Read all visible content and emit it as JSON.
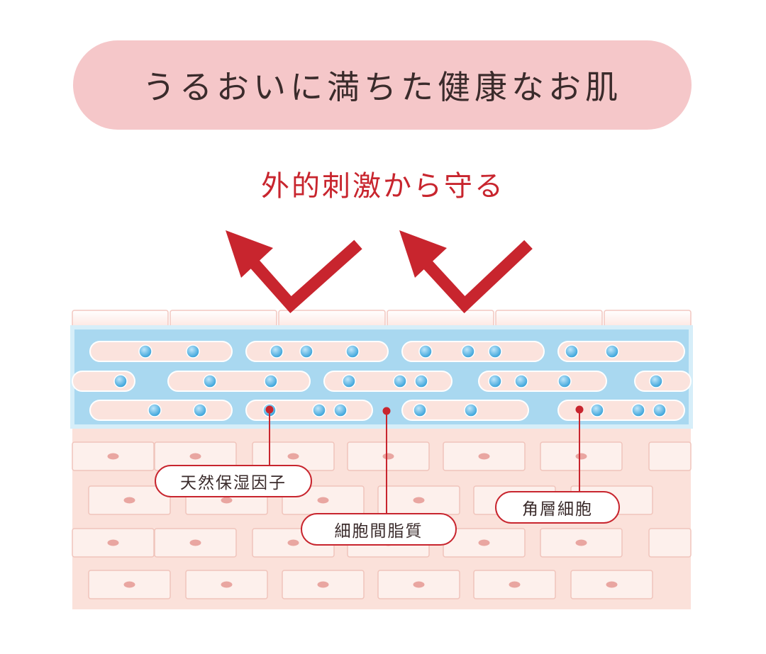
{
  "title": "うるおいに満ちた健康なお肌",
  "protect_label": "外的刺激から守る",
  "labels": {
    "nmf": "天然保湿因子",
    "lipid": "細胞間脂質",
    "corneocyte": "角層細胞"
  },
  "colors": {
    "title_bg": "#f5c7c9",
    "accent": "#c8252e",
    "lipid_blue": "#a9d8f0",
    "cell_pink": "#fbe0da",
    "dot_blue": "#3aa9de"
  }
}
